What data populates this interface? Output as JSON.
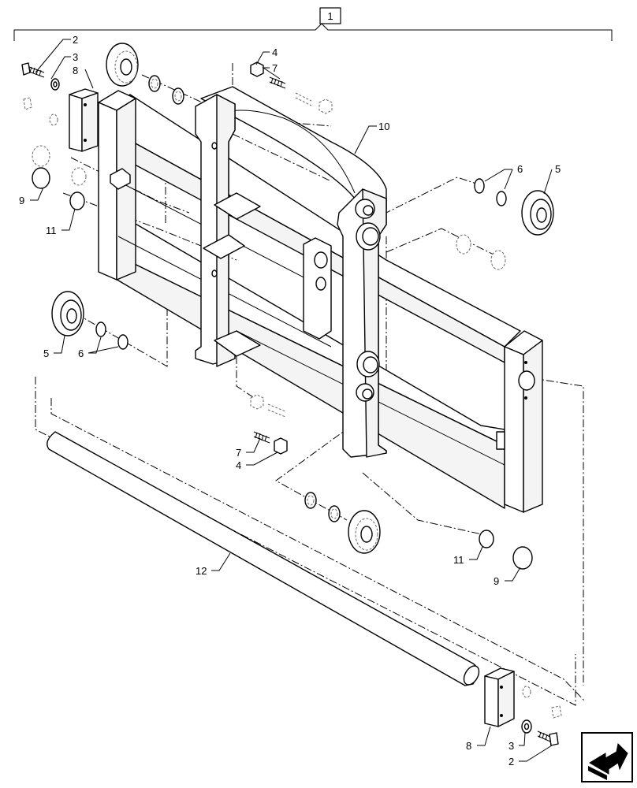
{
  "assembly_label": "1",
  "callouts": {
    "c2_top": "2",
    "c3_top": "3",
    "c8_top": "8",
    "c4_top": "4",
    "c7_top": "7",
    "c10": "10",
    "c6_right": "6",
    "c5_right": "5",
    "c9_left": "9",
    "c11_left": "11",
    "c5_left": "5",
    "c6_left": "6",
    "c7_mid": "7",
    "c4_mid": "4",
    "c12": "12",
    "c11_right": "11",
    "c9_right": "9",
    "c8_bottom": "8",
    "c3_bottom": "3",
    "c2_bottom": "2"
  },
  "nav_icon": "navigate-arrow-icon"
}
